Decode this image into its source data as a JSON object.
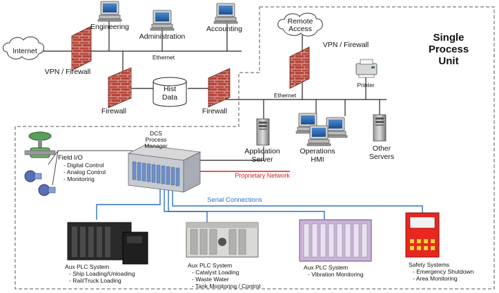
{
  "title": {
    "line1": "Single",
    "line2": "Process",
    "line3": "Unit"
  },
  "clouds": {
    "internet": "Internet",
    "remote_line1": "Remote",
    "remote_line2": "Access"
  },
  "firewalls": {
    "vpn_left": "VPN / Firewall",
    "vpn_right": "VPN / Firewall",
    "firewall_left": "Firewall",
    "firewall_right": "Firewall"
  },
  "networks": {
    "ethernet_top": "Ethernet",
    "ethernet_mid": "Ethernet",
    "proprietary": "Proprietary Network",
    "serial": "Serial Connections"
  },
  "workstations": {
    "engineering": "Engineering",
    "administration": "Administration",
    "accounting": "Accounting"
  },
  "hist": {
    "line1": "Hist",
    "line2": "Data"
  },
  "printer": "Printer",
  "servers": {
    "application": {
      "line1": "Application",
      "line2": "Server"
    },
    "operations": {
      "line1": "Operations",
      "line2": "HMI"
    },
    "other": {
      "line1": "Other",
      "line2": "Servers"
    }
  },
  "dcs": {
    "line1": "DCS",
    "line2": "Process",
    "line3": "Manager"
  },
  "field_io": {
    "title": "Field I/O",
    "items": [
      "- Digital Control",
      "- Analog Control",
      "- Monitoring"
    ]
  },
  "plc1": {
    "title": "Aux PLC System",
    "items": [
      "- Ship Loading/Unloading",
      "- Rail/Truck Loading"
    ]
  },
  "plc2": {
    "title": "Aux PLC System",
    "items": [
      "- Catalyst Loading",
      "- Waste Water",
      "- Tank Monitoring / Control"
    ]
  },
  "plc3": {
    "title": "Aux PLC System",
    "items": [
      "- Vibration Monitoring"
    ]
  },
  "safety": {
    "title": "Safety Systems",
    "items": [
      "- Emergency Shutdown",
      "- Area Monitoring"
    ]
  },
  "colors": {
    "proprietary": "#d42020",
    "serial": "#2f6fc0",
    "firewall": "#b5463c",
    "line": "#222222"
  }
}
